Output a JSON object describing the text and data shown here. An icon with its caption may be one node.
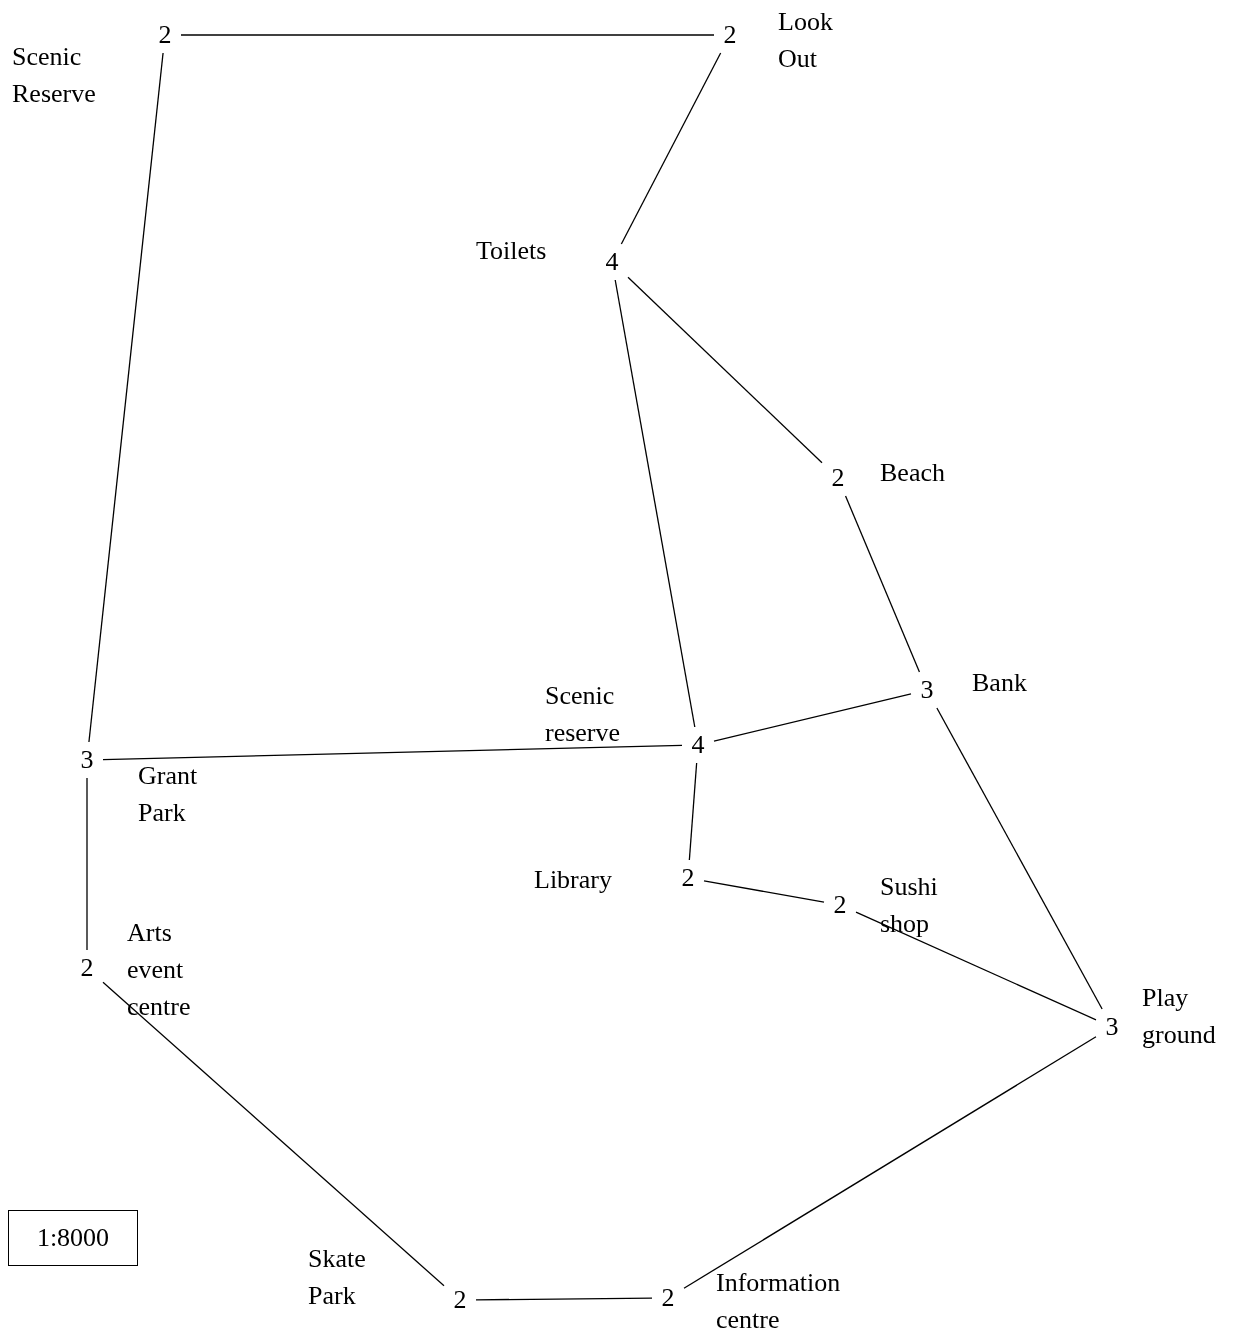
{
  "diagram": {
    "nodes": [
      {
        "text": [
          "2"
        ],
        "beside": [
          "Scenic Reserve"
        ]
      },
      {
        "text": [
          "2"
        ],
        "beside": [
          "Look Out"
        ]
      },
      {
        "text": [
          "4"
        ],
        "beside": [
          "Toilets"
        ]
      },
      {
        "text": [
          "2"
        ],
        "beside": [
          "Beach"
        ]
      },
      {
        "text": [
          "3"
        ],
        "beside": [
          "Bank"
        ]
      },
      {
        "text": [
          "4"
        ],
        "beside": [
          "Scenic reserve"
        ]
      },
      {
        "text": [
          "3"
        ],
        "beside": [
          "Grant Park"
        ]
      },
      {
        "text": [
          "2"
        ],
        "beside": [
          "Library"
        ]
      },
      {
        "text": [
          "2"
        ],
        "beside": [
          "Sushi shop"
        ]
      },
      {
        "text": [
          "2"
        ],
        "beside": [
          "Arts event centre"
        ]
      },
      {
        "text": [
          "3"
        ],
        "beside": [
          "Play ground"
        ]
      },
      {
        "text": [
          "1:8000"
        ]
      },
      {
        "text": [
          "2"
        ],
        "beside": [
          "Skate Park"
        ]
      },
      {
        "text": [
          "2"
        ],
        "beside": [
          "Information centre"
        ]
      }
    ],
    "edges": [
      {
        "from": 0,
        "to": 1,
        "arrow": "none"
      },
      {
        "from": 1,
        "to": 2,
        "arrow": "none"
      },
      {
        "from": 0,
        "to": 6,
        "arrow": "none"
      },
      {
        "from": 2,
        "to": 3,
        "arrow": "none"
      },
      {
        "from": 2,
        "to": 5,
        "arrow": "none"
      },
      {
        "from": 3,
        "to": 4,
        "arrow": "none"
      },
      {
        "from": 6,
        "to": 5,
        "arrow": "none"
      },
      {
        "from": 5,
        "to": 4,
        "arrow": "none"
      },
      {
        "from": 5,
        "to": 7,
        "arrow": "none"
      },
      {
        "from": 4,
        "to": 10,
        "arrow": "none"
      },
      {
        "from": 7,
        "to": 8,
        "arrow": "none"
      },
      {
        "from": 8,
        "to": 10,
        "arrow": "none"
      },
      {
        "from": 6,
        "to": 9,
        "arrow": "none"
      },
      {
        "from": 9,
        "to": 12,
        "arrow": "none"
      },
      {
        "from": 12,
        "to": 13,
        "arrow": "none"
      },
      {
        "from": 10,
        "to": 13,
        "arrow": "none"
      }
    ]
  }
}
